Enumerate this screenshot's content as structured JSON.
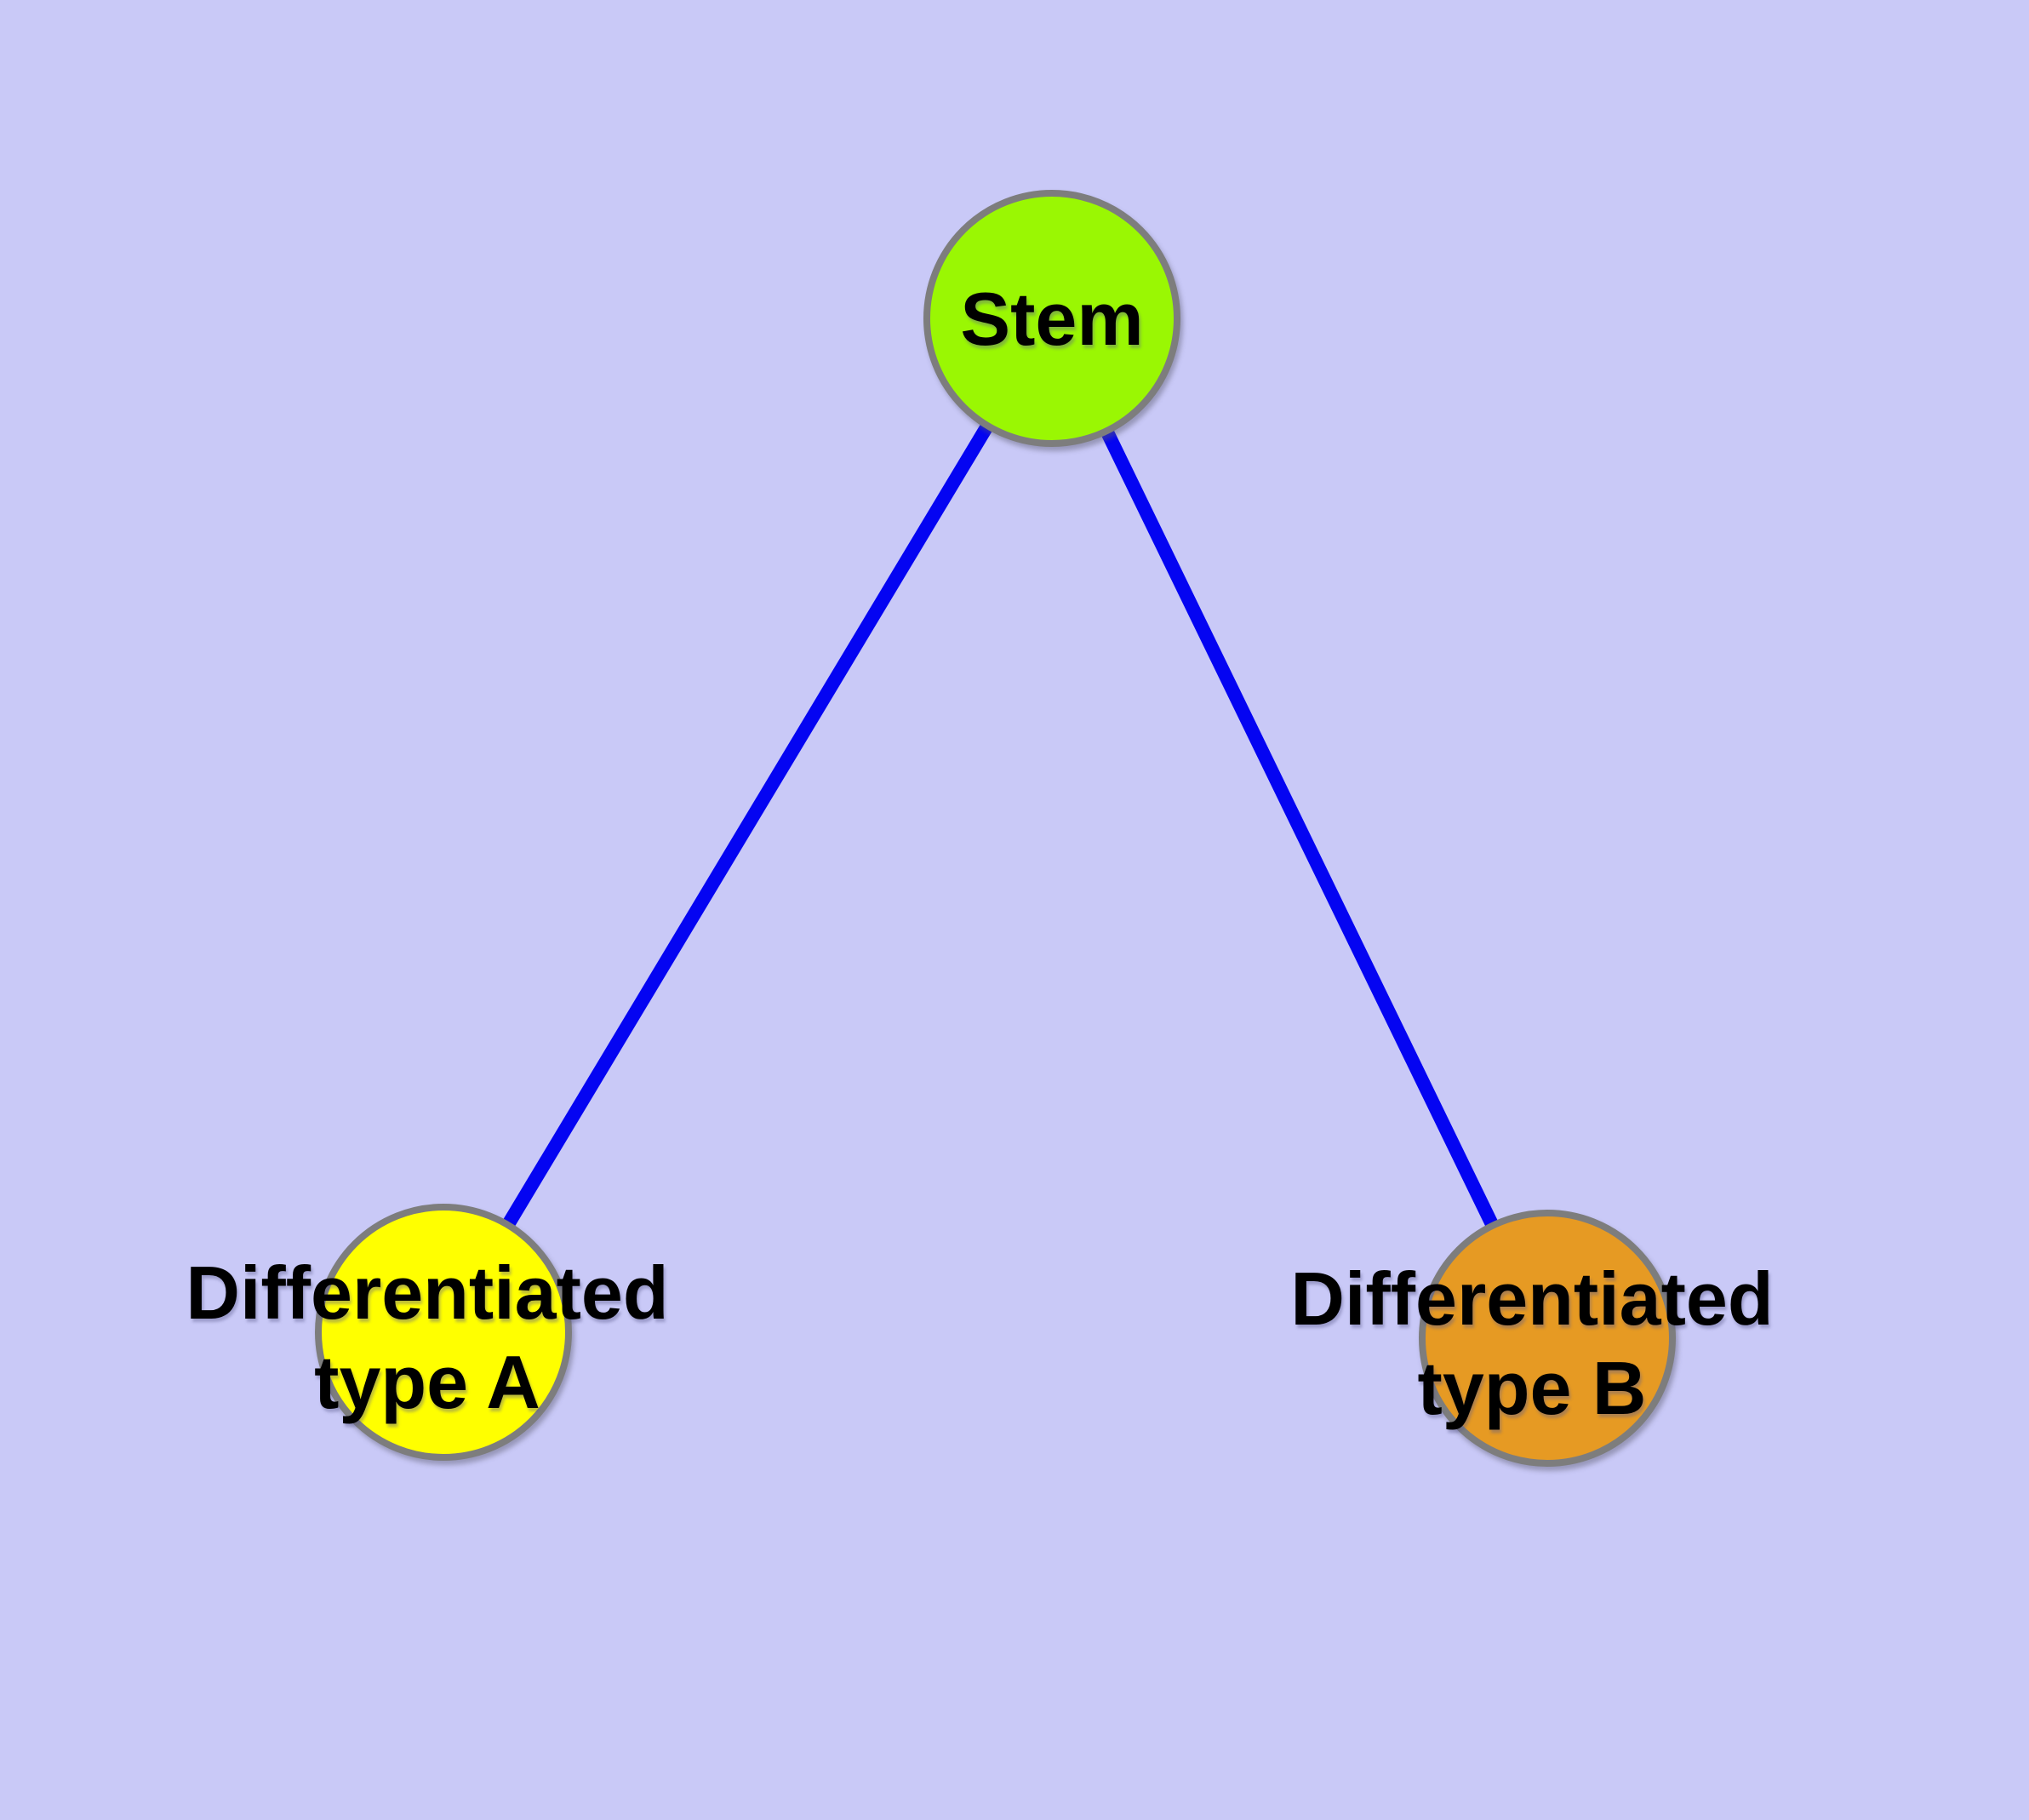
{
  "diagram": {
    "background_color": "#c9c9f7",
    "edge_color": "#0404f2",
    "node_border_color": "#7d7d7d",
    "nodes": {
      "stem": {
        "label": "Stem",
        "fill": "#9af703"
      },
      "type_a": {
        "label_line1": "Differentiated",
        "label_line2": "type A",
        "fill": "#ffff00"
      },
      "type_b": {
        "label_line1": "Differentiated",
        "label_line2": "type B",
        "fill": "#e69a23"
      }
    },
    "edges": [
      {
        "from": "Stem",
        "to": "Differentiated type A"
      },
      {
        "from": "Stem",
        "to": "Differentiated type B"
      }
    ]
  }
}
